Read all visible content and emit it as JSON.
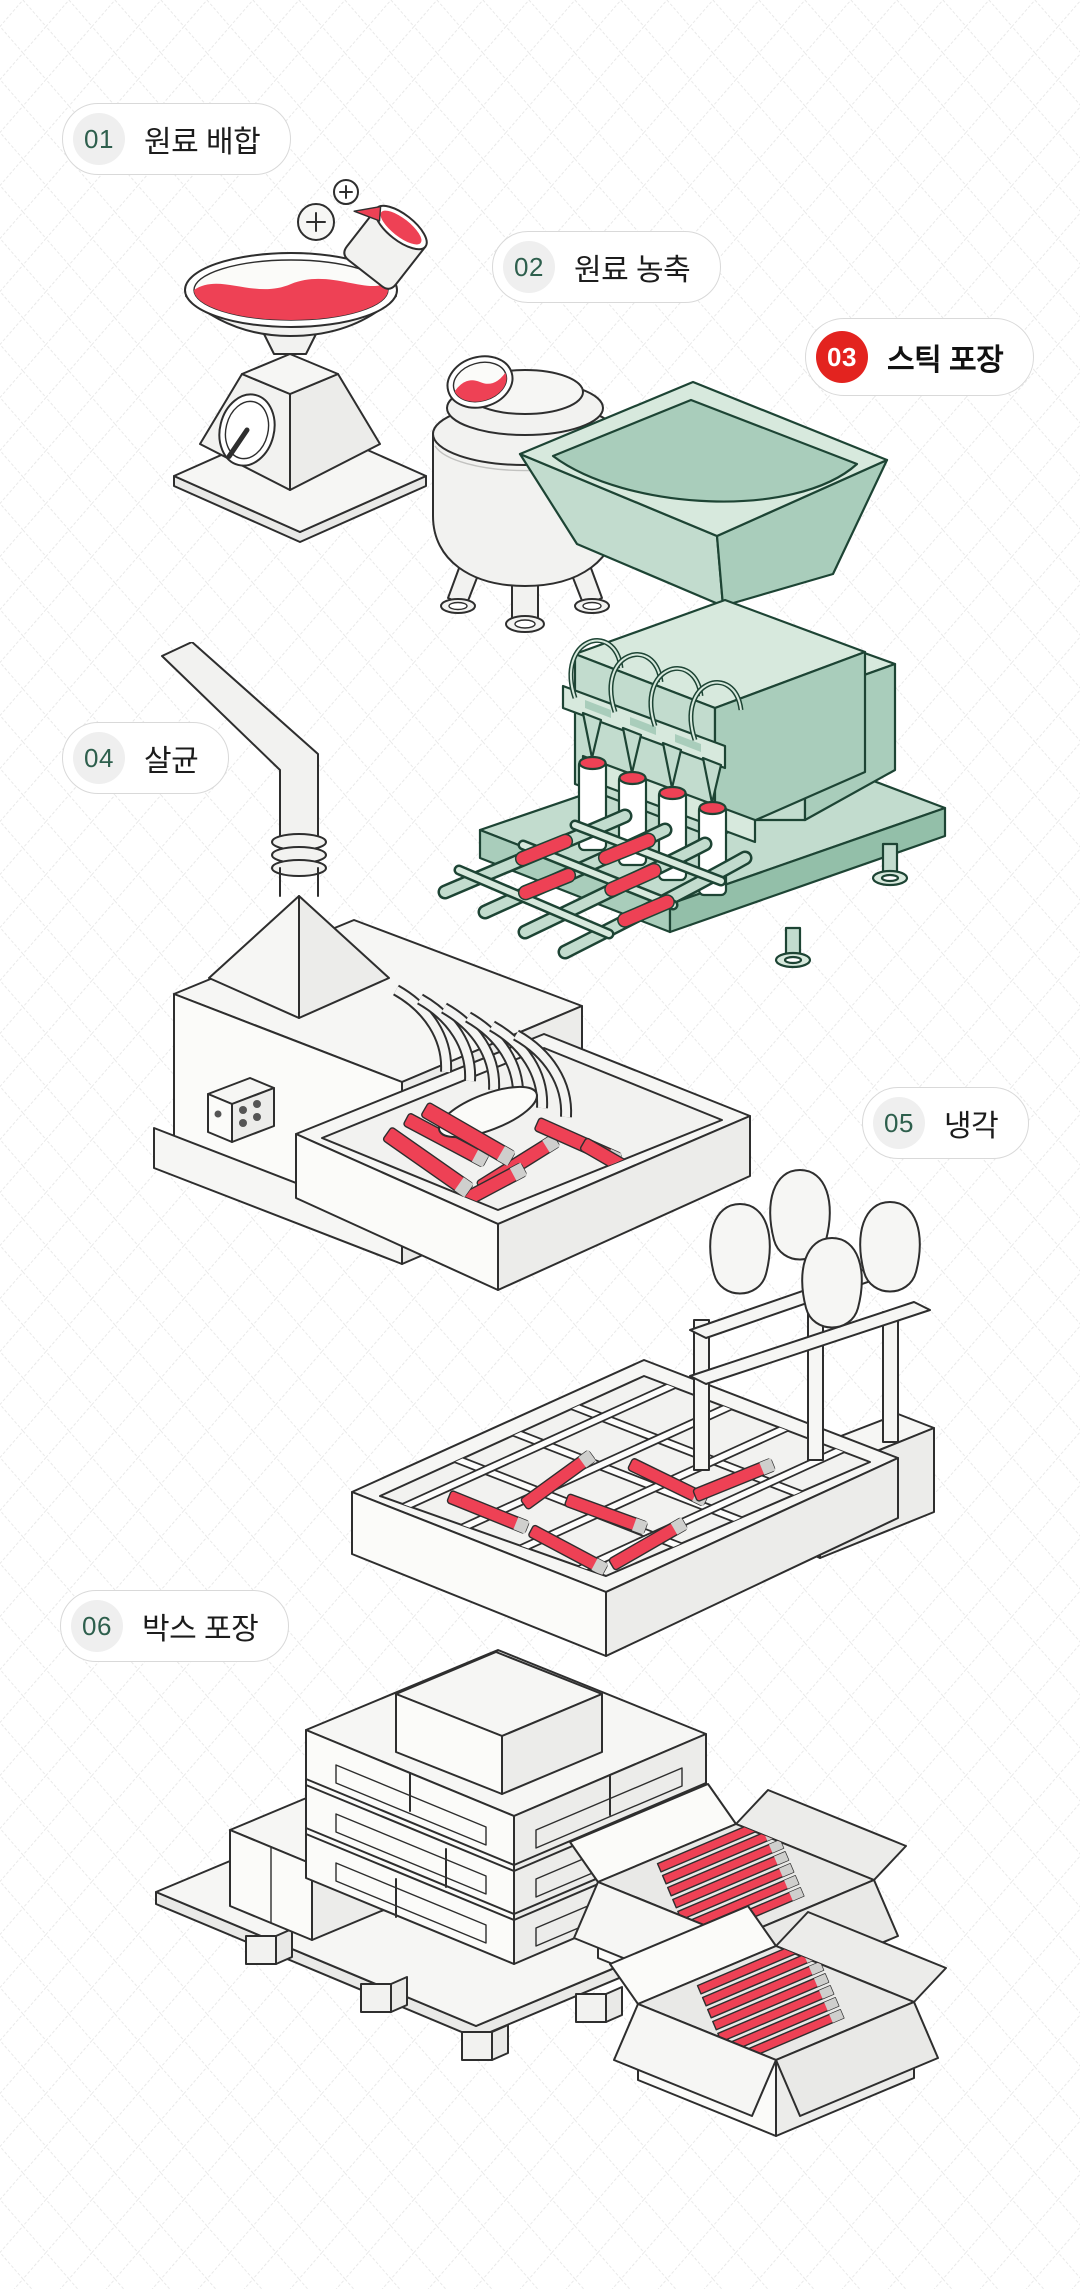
{
  "steps": [
    {
      "number": "01",
      "label": "원료 배합",
      "active": false,
      "illustration": "kitchen-scale-with-red-liquid-bowl"
    },
    {
      "number": "02",
      "label": "원료 농축",
      "active": false,
      "illustration": "concentration-kettle-tank"
    },
    {
      "number": "03",
      "label": "스틱 포장",
      "active": true,
      "illustration": "stick-pouch-filling-machine"
    },
    {
      "number": "04",
      "label": "살균",
      "active": false,
      "illustration": "sterilizer-with-chimney-and-tub"
    },
    {
      "number": "05",
      "label": "냉각",
      "active": false,
      "illustration": "cooling-bath-with-paddles"
    },
    {
      "number": "06",
      "label": "박스 포장",
      "active": false,
      "illustration": "pallet-stack-and-open-boxes"
    }
  ],
  "colors": {
    "background": "#ffffff",
    "grid_line": "#e5e5e5",
    "pill_border": "#d9d9d9",
    "badge_bg": "#efefef",
    "step_number_green": "#2e5f4d",
    "active_badge_red": "#e3231f",
    "stick_red": "#ee4155",
    "outline_dark": "#2e2e2e",
    "mint_fill": "#d7e9dd",
    "mint_outline": "#1d4434",
    "light_fill": "#f2f2f0"
  }
}
